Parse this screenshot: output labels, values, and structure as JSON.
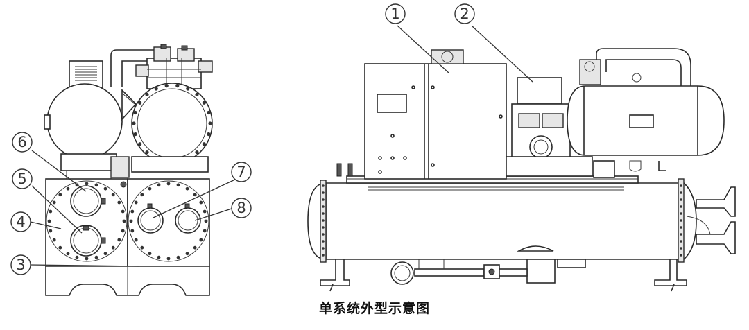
{
  "caption": "单系统外型示意图",
  "callouts": [
    "1",
    "2",
    "3",
    "4",
    "5",
    "6",
    "7",
    "8"
  ]
}
